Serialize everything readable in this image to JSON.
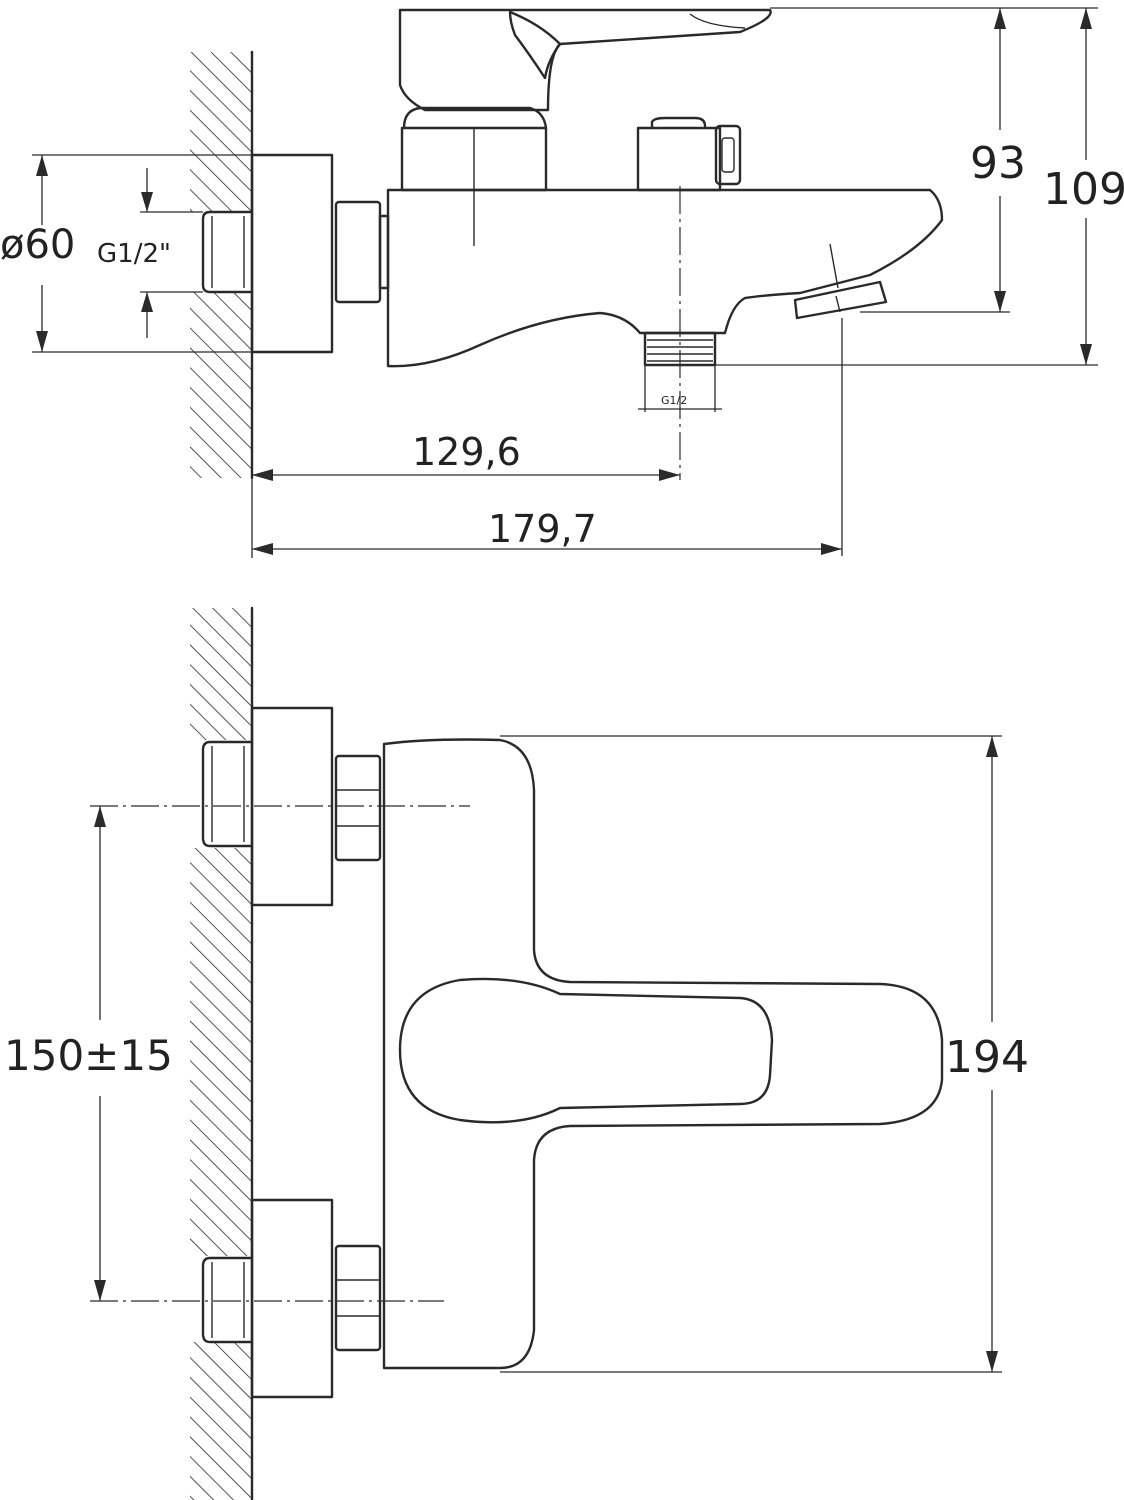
{
  "side_view": {
    "dims": {
      "diameter": "ø60",
      "thread": "G1/2\"",
      "outlet_thread": "G1/2",
      "spout_reach_outlet": "129,6",
      "spout_reach_total": "179,7",
      "height_outlet": "93",
      "height_total": "109"
    }
  },
  "front_view": {
    "dims": {
      "inlet_spacing": "150±15",
      "overall_width": "194"
    }
  },
  "colors": {
    "line": "#2a2a2a",
    "background": "#ffffff"
  }
}
